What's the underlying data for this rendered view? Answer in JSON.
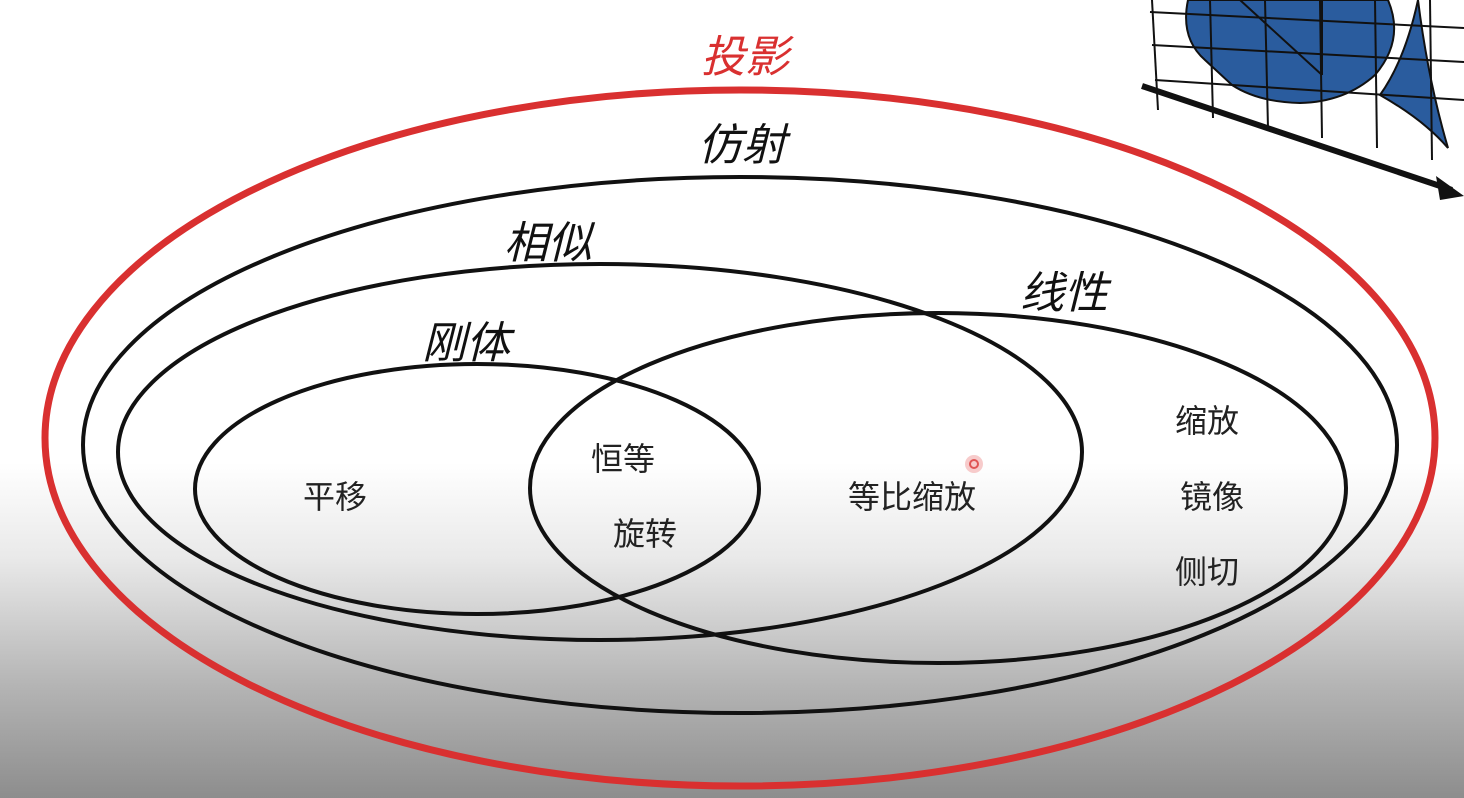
{
  "colors": {
    "projective": "#d93030",
    "outline": "#111111",
    "blob": "#2a5c9e",
    "cursor": "#e05555"
  },
  "sets": {
    "projective": "投影",
    "affine": "仿射",
    "similarity": "相似",
    "linear": "线性",
    "rigid": "刚体"
  },
  "members": {
    "translation": "平移",
    "identity": "恒等",
    "rotation": "旋转",
    "uniform_scaling": "等比缩放",
    "scaling": "缩放",
    "reflection": "镜像",
    "shear": "侧切"
  },
  "icons": {
    "corner": "perspective-grid-icon",
    "pointer": "cursor-dot-icon"
  }
}
